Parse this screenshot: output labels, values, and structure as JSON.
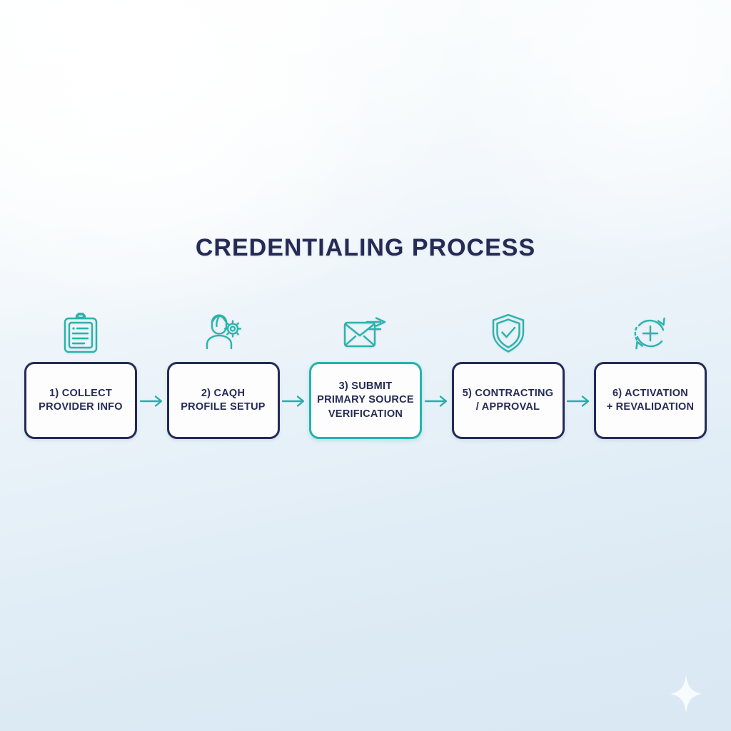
{
  "diagram": {
    "title": "CREDENTIALING PROCESS",
    "type": "horizontal-process-flow",
    "step_count": 5,
    "colors": {
      "title_navy": "#262b55",
      "box_border_navy": "#252b55",
      "box_border_highlight_teal": "#23b3ad",
      "icon_teal": "#2bb3ab",
      "arrow_teal": "#24b0a8",
      "box_fill": "#fdfdfe",
      "background_top": "#fdfefe",
      "background_bottom": "#d9e8f3"
    },
    "steps": [
      {
        "id": "collect-provider-info",
        "number": "1)",
        "label": "1) COLLECT\nPROVIDER INFO",
        "icon": "clipboard-icon",
        "highlighted": false
      },
      {
        "id": "caqh-profile-setup",
        "number": "2)",
        "label": "2) CAQH\nPROFILE SETUP",
        "icon": "user-gear-icon",
        "highlighted": false
      },
      {
        "id": "submit-primary-source-verification",
        "number": "3)",
        "label": "3) SUBMIT\nPRIMARY SOURCE\nVERIFICATION",
        "icon": "envelope-send-icon",
        "highlighted": true
      },
      {
        "id": "contracting-approval",
        "number": "5)",
        "label": "5) CONTRACTING\n/ APPROVAL",
        "icon": "shield-check-icon",
        "highlighted": false
      },
      {
        "id": "activation-revalidation",
        "number": "6)",
        "label": "6) ACTIVATION\n+ REVALIDATION",
        "icon": "refresh-plus-icon",
        "highlighted": false
      }
    ],
    "connectors": {
      "icon": "arrow-right-icon",
      "count": 4
    },
    "decoration": {
      "sparkle": "four-point-star-icon"
    }
  }
}
